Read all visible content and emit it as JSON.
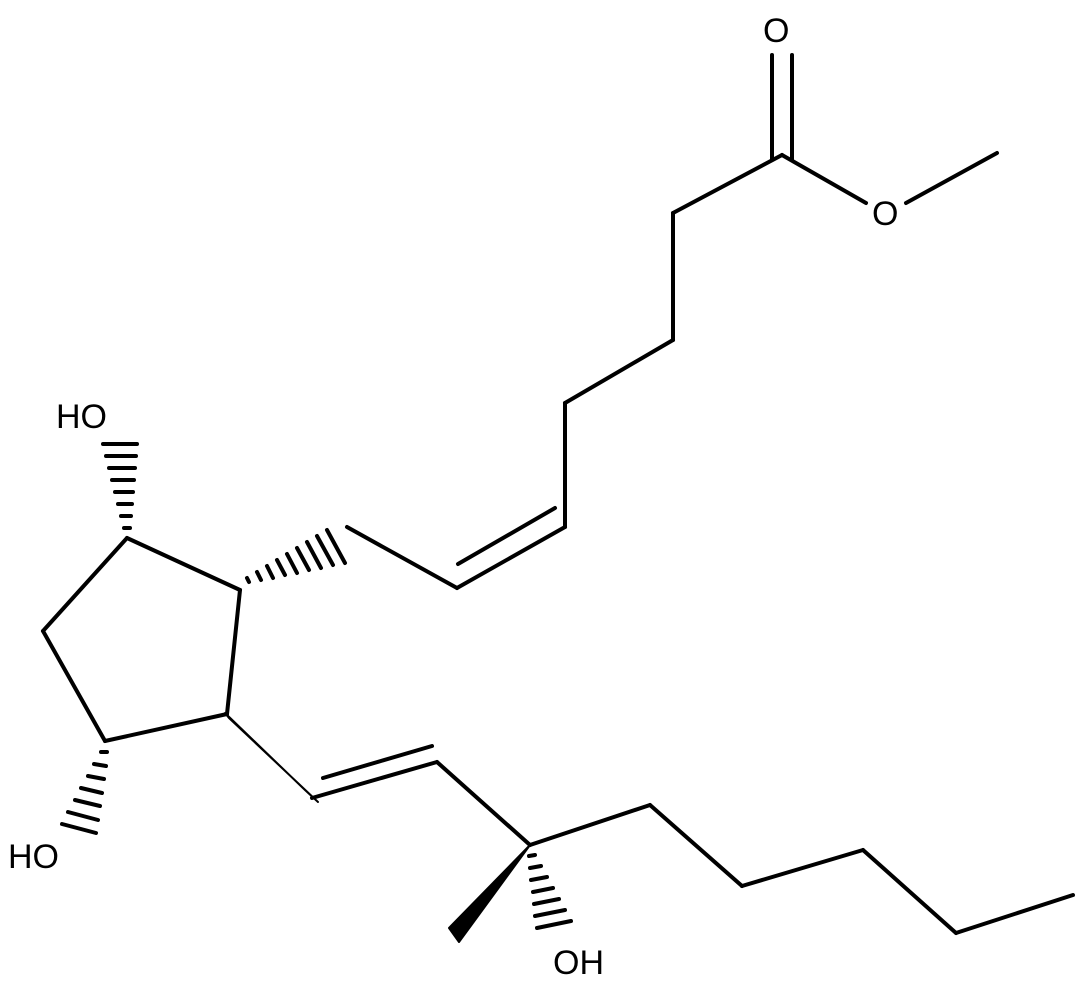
{
  "molecule": {
    "atom_labels": {
      "carbonyl_o": "O",
      "ester_o": "O",
      "ring_oh_top": "HO",
      "ring_oh_bottom": "HO",
      "side_chain_oh": "OH"
    },
    "colors": {
      "bond": "#000000",
      "background": "#ffffff"
    }
  }
}
